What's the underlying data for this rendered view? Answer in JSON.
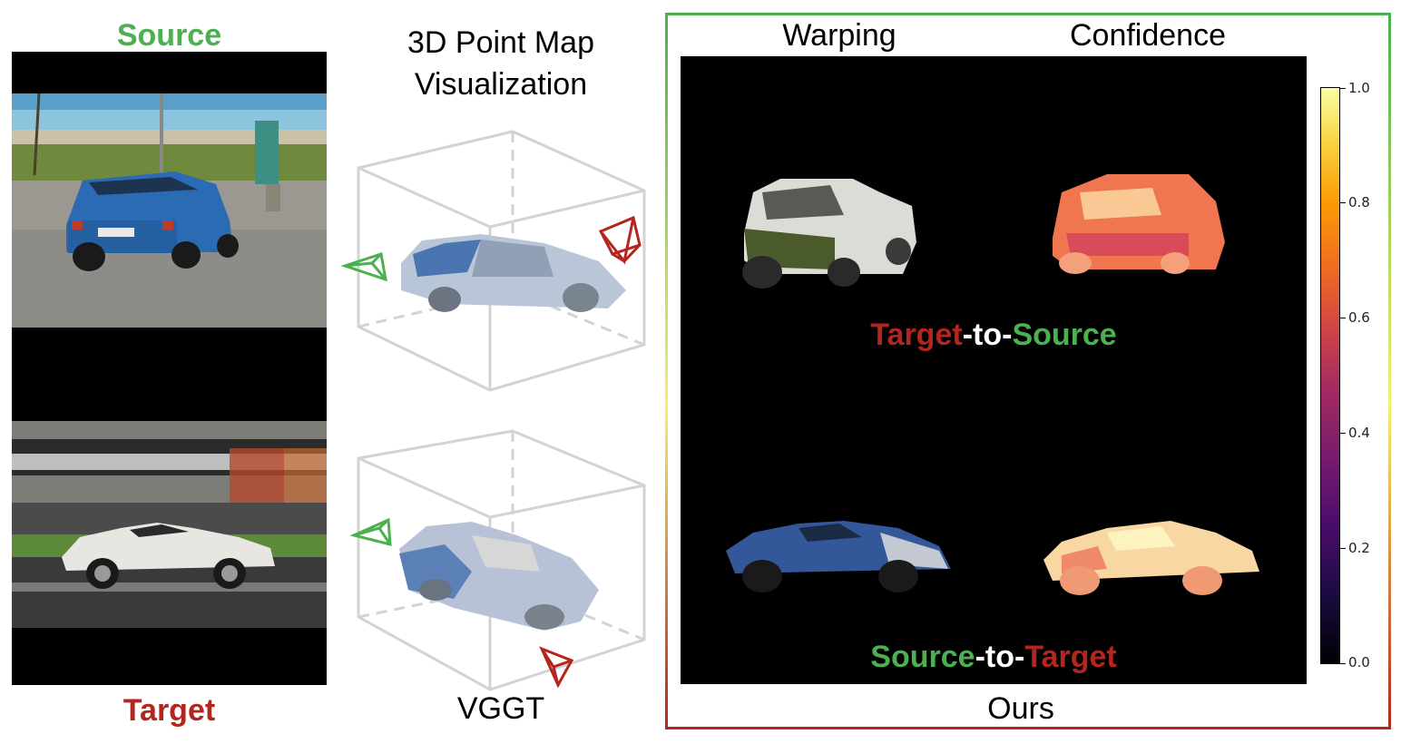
{
  "labels": {
    "source": "Source",
    "target": "Target",
    "pointmap_title_line1": "3D Point Map",
    "pointmap_title_line2": "Visualization",
    "vggt": "VGGT",
    "warping": "Warping",
    "confidence": "Confidence",
    "ours": "Ours",
    "t2s_part1": "Target",
    "t2s_part2": "-to-",
    "t2s_part3": "Source",
    "s2t_part1": "Source",
    "s2t_part2": "-to-",
    "s2t_part3": "Target"
  },
  "colorbar": {
    "colormap": "magma",
    "ticks": [
      "1.0",
      "0.8",
      "0.6",
      "0.4",
      "0.2",
      "0.0"
    ]
  },
  "colors": {
    "green": "#4caf50",
    "red": "#b3261e",
    "white": "#ffffff"
  }
}
